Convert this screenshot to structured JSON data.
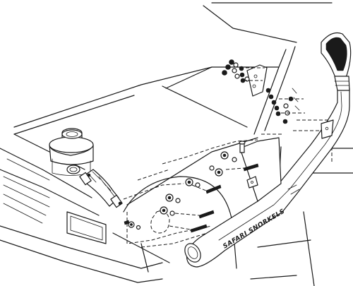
{
  "diagram": {
    "brand_text": "SAFARI SNORKELS",
    "colors": {
      "ink": "#1a1a1a",
      "paper": "#ffffff"
    },
    "parts": {
      "snorkel_head": "ram-air-head",
      "snorkel_body": "snorkel-body",
      "air_cleaner": "air-cleaner-housing",
      "inlet_hose": "inlet-hose",
      "mounting_bracket": "pillar-bracket",
      "fasteners": "bolt-washer-nut-set"
    }
  }
}
